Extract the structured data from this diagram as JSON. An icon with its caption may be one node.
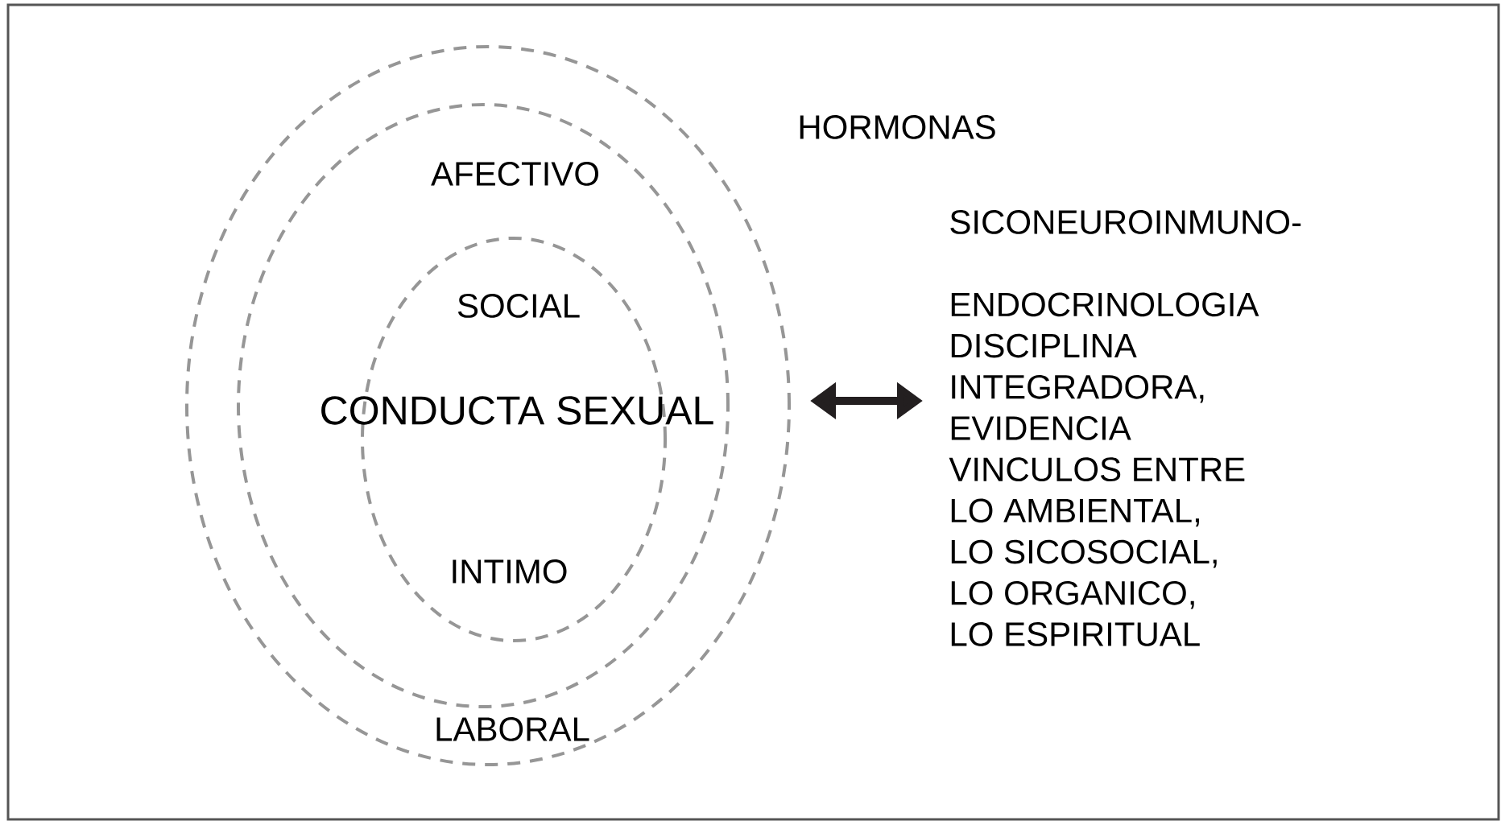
{
  "diagram": {
    "nodes": [
      {
        "text": [
          "LABORAL"
        ]
      },
      {
        "text": [
          "AFECTIVO"
        ],
        "in": 0
      },
      {
        "text": [
          "SOCIAL",
          "CONDUCTA SEXUAL",
          "INTIMO"
        ],
        "in": 1
      },
      {
        "text": [
          "SICONEUROINMUNO- ENDOCRINOLOGIA DISCIPLINA INTEGRADORA, EVIDENCIA VINCULOS ENTRE LO AMBIENTAL, LO SICOSOCIAL, LO ORGANICO, LO ESPIRITUAL"
        ]
      }
    ],
    "edges": [
      {
        "from": 0,
        "to": 3,
        "arrow": "both"
      }
    ],
    "labels": [
      "HORMONAS"
    ]
  }
}
